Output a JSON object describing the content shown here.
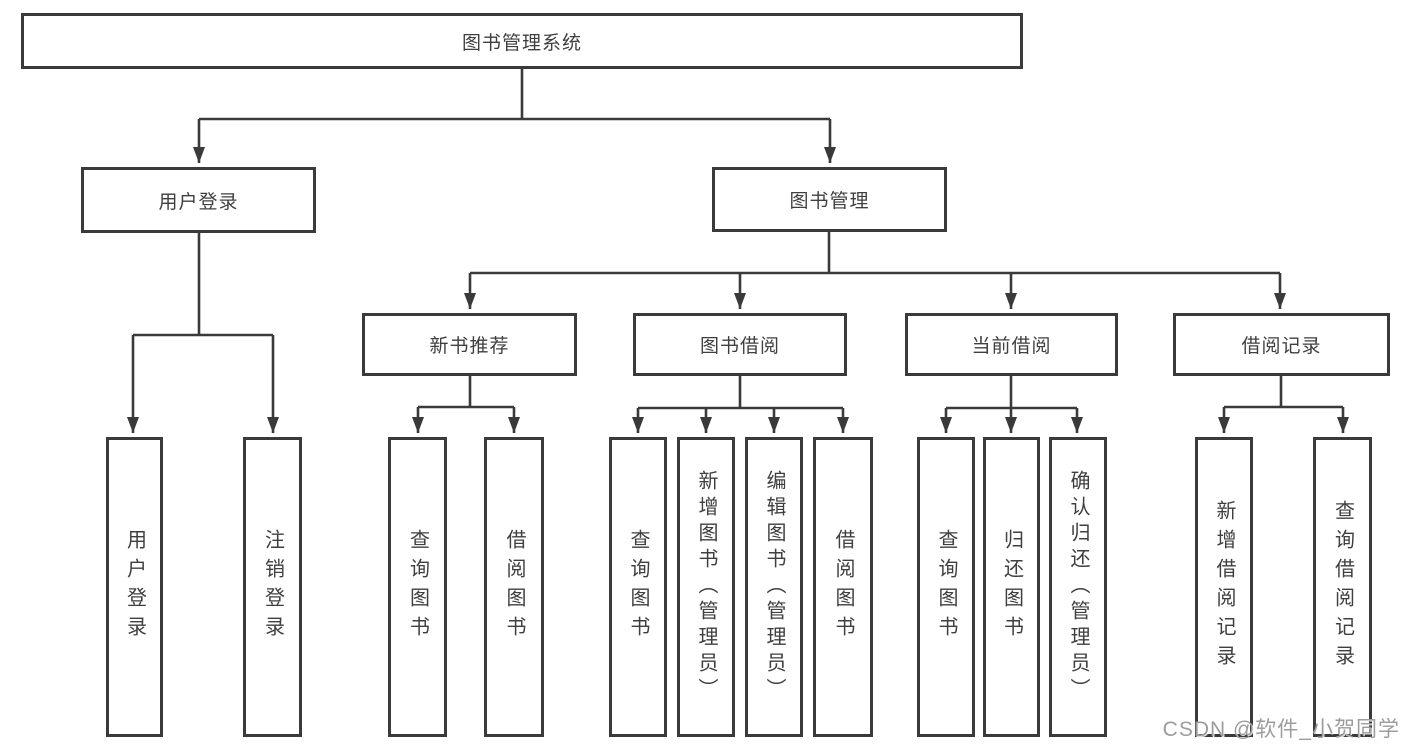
{
  "colors": {
    "line": "#3a3a3a",
    "text": "#3f3f3f",
    "background": "#ffffff",
    "watermark": "#9c9c9c"
  },
  "nodes": {
    "root": "图书管理系统",
    "user_login": "用户登录",
    "book_management": "图书管理",
    "new_book_recommend": "新书推荐",
    "book_borrow": "图书借阅",
    "current_borrow": "当前借阅",
    "borrow_records": "借阅记录",
    "uc_user_login": "用户登录",
    "uc_logout": "注销登录",
    "nbr_query_books": "查询图书",
    "nbr_borrow_books": "借阅图书",
    "bb_query_books": "查询图书",
    "bb_add_books": "新增图书（管理员）",
    "bb_edit_books": "编辑图书（管理员）",
    "bb_borrow_books": "借阅图书",
    "cb_query_books": "查询图书",
    "cb_return_books": "归还图书",
    "cb_confirm_return": "确认归还（管理员）",
    "br_add_record": "新增借阅记录",
    "br_query_record": "查询借阅记录"
  },
  "hierarchy": {
    "label": "图书管理系统",
    "children": [
      {
        "label": "用户登录",
        "children": [
          "用户登录",
          "注销登录"
        ]
      },
      {
        "label": "图书管理",
        "children": [
          {
            "label": "新书推荐",
            "children": [
              "查询图书",
              "借阅图书"
            ]
          },
          {
            "label": "图书借阅",
            "children": [
              "查询图书",
              "新增图书（管理员）",
              "编辑图书（管理员）",
              "借阅图书"
            ]
          },
          {
            "label": "当前借阅",
            "children": [
              "查询图书",
              "归还图书",
              "确认归还（管理员）"
            ]
          },
          {
            "label": "借阅记录",
            "children": [
              "新增借阅记录",
              "查询借阅记录"
            ]
          }
        ]
      }
    ]
  },
  "watermark": {
    "text": "CSDN @软件_小贺同学"
  }
}
